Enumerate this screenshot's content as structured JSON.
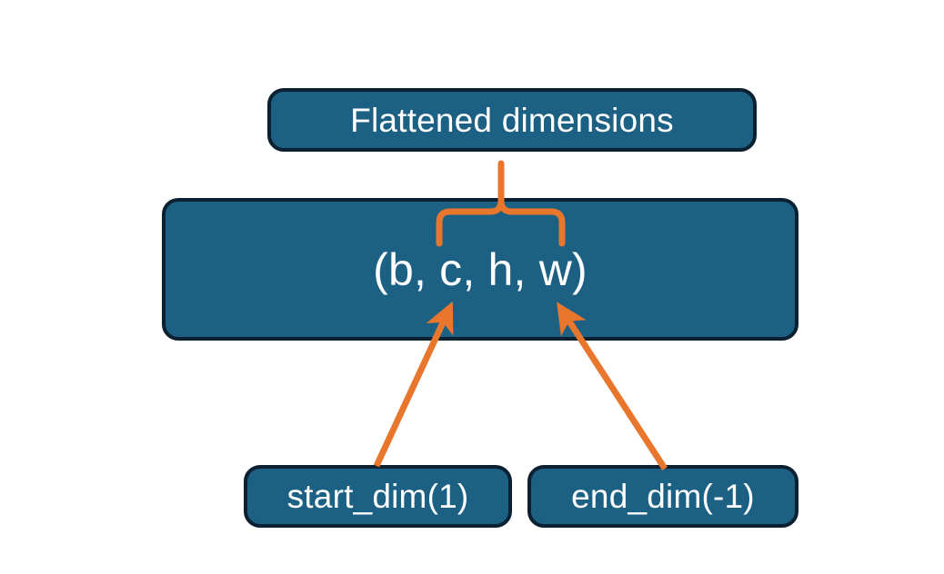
{
  "diagram": {
    "title_node": "Flattened dimensions",
    "shape_node": "(b, c, h, w)",
    "start_dim_node": "start_dim(1)",
    "end_dim_node": "end_dim(-1)",
    "background_color": "#ffffff",
    "node_fill_color": "#1c6184",
    "node_border_color": "#0b2030",
    "node_text_color": "#ffffff",
    "accent_color": "#e8762c",
    "annotations": {
      "brace_label": "flattened-range-brace",
      "arrow_left_label": "start-dim-arrow",
      "arrow_right_label": "end-dim-arrow"
    }
  }
}
